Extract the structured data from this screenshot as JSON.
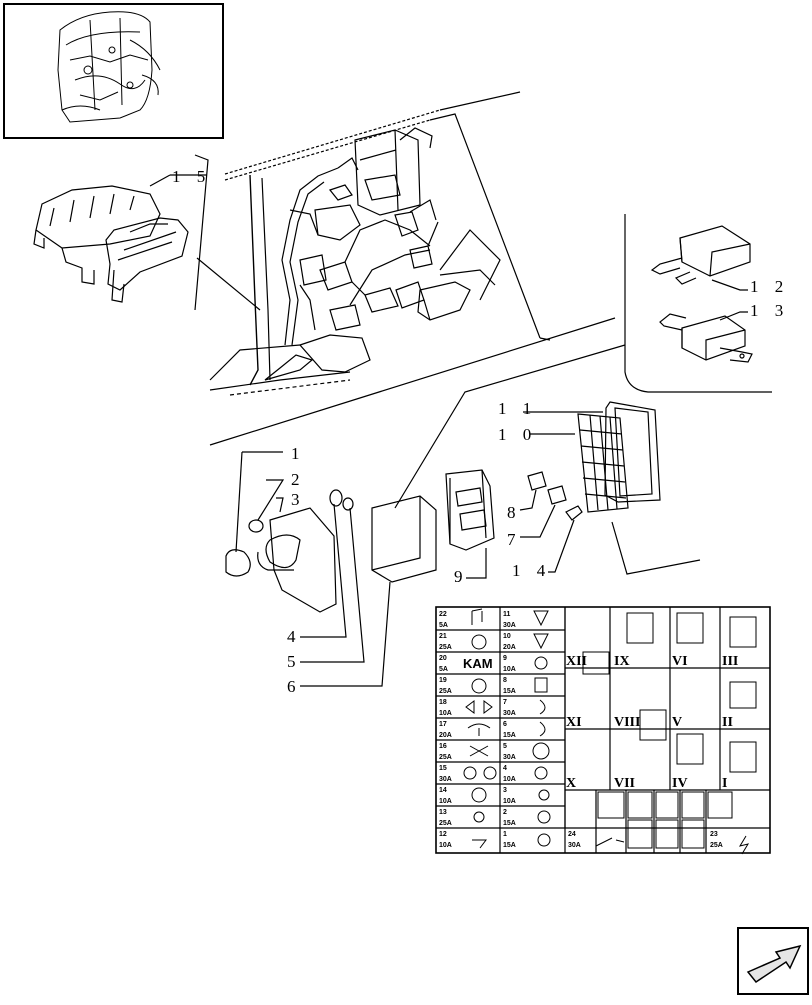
{
  "callouts": {
    "c1": "1",
    "c2": "2",
    "c3": "3",
    "c4": "4",
    "c5": "5",
    "c6": "6",
    "c7": "7",
    "c8": "8",
    "c9": "9",
    "c10": "1 0",
    "c11": "1 1",
    "c12": "1 2",
    "c13": "1 3",
    "c14": "1 4",
    "c15": "1 5"
  },
  "fuses": {
    "f22": [
      "22",
      "5A"
    ],
    "f21": [
      "21",
      "25A"
    ],
    "f20": [
      "20",
      "5A"
    ],
    "f19": [
      "19",
      "25A"
    ],
    "f18": [
      "18",
      "10A"
    ],
    "f17": [
      "17",
      "20A"
    ],
    "f16": [
      "16",
      "25A"
    ],
    "f15": [
      "15",
      "30A"
    ],
    "f14": [
      "14",
      "10A"
    ],
    "f13": [
      "13",
      "25A"
    ],
    "f12": [
      "12",
      "10A"
    ],
    "f11": [
      "11",
      "30A"
    ],
    "f10": [
      "10",
      "20A"
    ],
    "f9": [
      "9",
      "10A"
    ],
    "f8": [
      "8",
      "15A"
    ],
    "f7": [
      "7",
      "30A"
    ],
    "f6": [
      "6",
      "15A"
    ],
    "f5": [
      "5",
      "30A"
    ],
    "f4": [
      "4",
      "10A"
    ],
    "f3": [
      "3",
      "10A"
    ],
    "f2": [
      "2",
      "15A"
    ],
    "f1": [
      "1",
      "15A"
    ],
    "f24": [
      "24",
      "30A"
    ],
    "f23": [
      "23",
      "25A"
    ]
  },
  "fuse_label_kam": "KAM",
  "relays": {
    "r12": "XII",
    "r9": "IX",
    "r6": "VI",
    "r3": "III",
    "r11": "XI",
    "r8": "VIII",
    "r5": "V",
    "r2": "II",
    "r10": "X",
    "r7": "VII",
    "r4": "IV",
    "r1": "I"
  }
}
